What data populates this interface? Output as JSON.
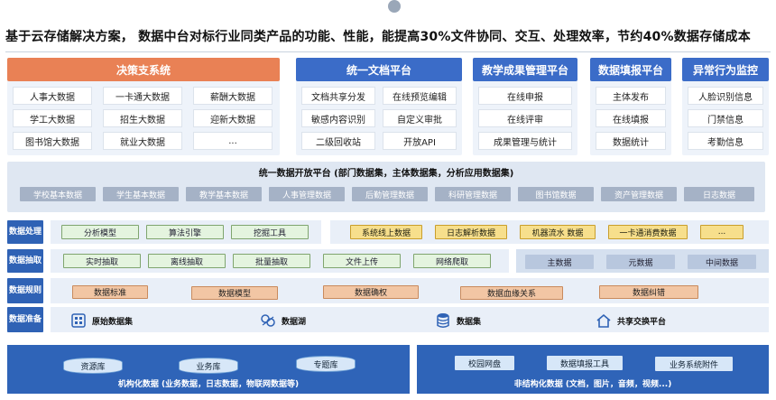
{
  "header": {
    "headline": "基于云存储解决方案， 数据中台对标行业同类产品的功能、性能，能提高30%文件协同、交互、处理效率，节约40%数据存储成本"
  },
  "colors": {
    "orange_title": "#e98155",
    "blue_title": "#3b6cc8",
    "layer_blue": "#2f62b5",
    "bottom_blue": "#2f64b8"
  },
  "panels": {
    "decision": {
      "title": "决策支系统",
      "items": [
        "人事大数据",
        "一卡通大数据",
        "薪酬大数据",
        "学工大数据",
        "招生大数据",
        "迎新大数据",
        "图书馆大数据",
        "就业大数据",
        "..."
      ]
    },
    "docs": {
      "title": "统一文档平台",
      "items": [
        "文档共享分发",
        "在线预览编辑",
        "敏感内容识别",
        "自定义审批",
        "二级回收站",
        "开放API"
      ]
    },
    "teaching": {
      "title": "教学成果管理平台",
      "items": [
        "在线申报",
        "在线评审",
        "成果管理与统计"
      ]
    },
    "fill": {
      "title": "数据填报平台",
      "items": [
        "主体发布",
        "在线填报",
        "数据统计"
      ]
    },
    "monitor": {
      "title": "异常行为监控",
      "items": [
        "人脸识别信息",
        "门禁信息",
        "考勤信息"
      ]
    }
  },
  "platform": {
    "title": "统一数据开放平台 (部门数据集，主体数据集，分析应用数据集)",
    "chips": [
      "学校基本数据",
      "学生基本数据",
      "教学基本数据",
      "人事管理数据",
      "后勤管理数据",
      "科研管理数据",
      "图书馆数据",
      "资产管理数据",
      "日志数据"
    ]
  },
  "layers": {
    "processing": {
      "label": "数据处理",
      "left": [
        "分析模型",
        "算法引擎",
        "挖掘工具"
      ],
      "right": [
        "系统线上数据",
        "日志解析数据",
        "机器流水 数据",
        "一卡通消费数据",
        "..."
      ]
    },
    "extraction": {
      "label": "数据抽取",
      "left": [
        "实时抽取",
        "离线抽取",
        "批量抽取",
        "文件上传",
        "网络爬取"
      ],
      "right": [
        "主数据",
        "元数据",
        "中间数据"
      ]
    },
    "rules": {
      "label": "数据规则",
      "items": [
        "数据标准",
        "数据模型",
        "数据确权",
        "数据血缘关系",
        "数据纠错"
      ]
    },
    "prep": {
      "label": "数据准备",
      "items": [
        "原始数据集",
        "数据湖",
        "数据集",
        "共享交换平台"
      ]
    }
  },
  "bottom": {
    "left": {
      "items": [
        "资源库",
        "业务库",
        "专题库"
      ],
      "caption": "机构化数据 (业务数据，日志数据，物联网数据等)"
    },
    "right": {
      "items": [
        "校园网盘",
        "数据填报工具",
        "业务系统附件"
      ],
      "caption": "非结构化数据 (文档，图片，音频，视频...)"
    }
  },
  "chart_data": {
    "type": "table",
    "title": "基于云存储解决方案， 数据中台对标行业同类产品的功能、性能，能提高30%文件协同、交互、处理效率，节约40%数据存储成本",
    "rows": [
      [
        "决策支系统",
        "统一文档平台",
        "教学成果管理平台",
        "数据填报平台",
        "异常行为监控"
      ],
      [
        "统一数据开放平台"
      ],
      [
        "数据处理"
      ],
      [
        "数据抽取"
      ],
      [
        "数据规则"
      ],
      [
        "数据准备"
      ],
      [
        "机构化数据",
        "非结构化数据"
      ]
    ]
  }
}
